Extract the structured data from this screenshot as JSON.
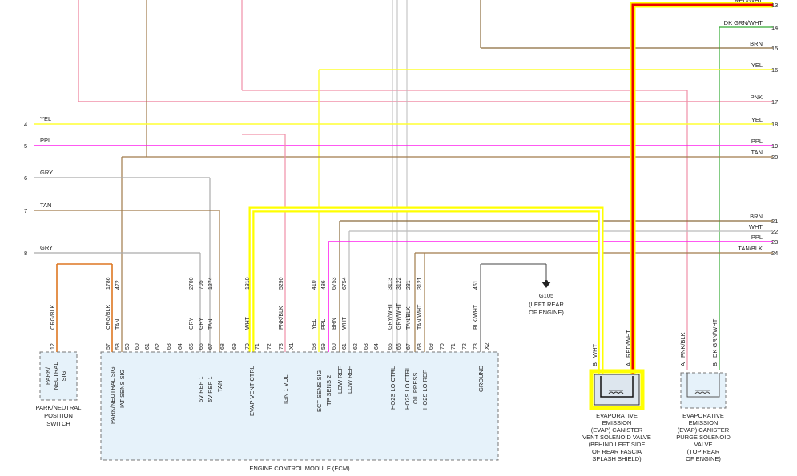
{
  "right_wires": [
    {
      "num": "13",
      "color": "RED/WHT"
    },
    {
      "num": "14",
      "color": "DK GRN/WHT"
    },
    {
      "num": "15",
      "color": "BRN"
    },
    {
      "num": "16",
      "color": "YEL"
    },
    {
      "num": "17",
      "color": "PNK"
    },
    {
      "num": "18",
      "color": "YEL"
    },
    {
      "num": "19",
      "color": "PPL"
    },
    {
      "num": "20",
      "color": "TAN"
    },
    {
      "num": "21",
      "color": "BRN"
    },
    {
      "num": "22",
      "color": "WHT"
    },
    {
      "num": "23",
      "color": "PPL"
    },
    {
      "num": "24",
      "color": "TAN/BLK"
    }
  ],
  "left_wires": [
    {
      "num": "4",
      "color": "YEL"
    },
    {
      "num": "5",
      "color": "PPL"
    },
    {
      "num": "6",
      "color": "GRY"
    },
    {
      "num": "7",
      "color": "TAN"
    },
    {
      "num": "8",
      "color": "GRY"
    }
  ],
  "vertical_labels": [
    {
      "circuit": "",
      "color": "ORG/BLK",
      "pin": "12"
    },
    {
      "circuit": "1786",
      "color": "ORG/BLK",
      "pin": "57"
    },
    {
      "circuit": "472",
      "color": "TAN",
      "pin": "58"
    },
    {
      "circuit": "",
      "color": "",
      "pin": "59"
    },
    {
      "circuit": "",
      "color": "",
      "pin": "60"
    },
    {
      "circuit": "",
      "color": "",
      "pin": "61"
    },
    {
      "circuit": "",
      "color": "",
      "pin": "62"
    },
    {
      "circuit": "",
      "color": "",
      "pin": "63"
    },
    {
      "circuit": "",
      "color": "",
      "pin": "64"
    },
    {
      "circuit": "2700",
      "color": "GRY",
      "pin": "65"
    },
    {
      "circuit": "705",
      "color": "GRY",
      "pin": "66"
    },
    {
      "circuit": "1274",
      "color": "TAN",
      "pin": "67"
    },
    {
      "circuit": "",
      "color": "",
      "pin": "68"
    },
    {
      "circuit": "",
      "color": "",
      "pin": "69"
    },
    {
      "circuit": "1310",
      "color": "WHT",
      "pin": "70"
    },
    {
      "circuit": "",
      "color": "",
      "pin": "71"
    },
    {
      "circuit": "",
      "color": "",
      "pin": "72"
    },
    {
      "circuit": "5290",
      "color": "PNK/BLK",
      "pin": "73"
    },
    {
      "circuit": "",
      "color": "",
      "pin": "X1"
    },
    {
      "circuit": "410",
      "color": "YEL",
      "pin": "58"
    },
    {
      "circuit": "486",
      "color": "PPL",
      "pin": "59"
    },
    {
      "circuit": "6753",
      "color": "BRN",
      "pin": "60"
    },
    {
      "circuit": "6754",
      "color": "WHT",
      "pin": "61"
    },
    {
      "circuit": "",
      "color": "",
      "pin": "62"
    },
    {
      "circuit": "",
      "color": "",
      "pin": "63"
    },
    {
      "circuit": "",
      "color": "",
      "pin": "64"
    },
    {
      "circuit": "3113",
      "color": "GRY/WHT",
      "pin": "65"
    },
    {
      "circuit": "3122",
      "color": "GRY/WHT",
      "pin": "66"
    },
    {
      "circuit": "231",
      "color": "TAN/BLK",
      "pin": "67"
    },
    {
      "circuit": "3121",
      "color": "TAN/WHT",
      "pin": "68"
    },
    {
      "circuit": "",
      "color": "",
      "pin": "69"
    },
    {
      "circuit": "",
      "color": "",
      "pin": "70"
    },
    {
      "circuit": "",
      "color": "",
      "pin": "71"
    },
    {
      "circuit": "",
      "color": "",
      "pin": "72"
    },
    {
      "circuit": "451",
      "color": "BLK/WHT",
      "pin": "73"
    },
    {
      "circuit": "",
      "color": "",
      "pin": "X2"
    }
  ],
  "ecm_functions": [
    "PARK/NEUTRAL SIG",
    "IAT SENS SIG",
    "5V REF 1",
    "5V REF 1",
    "TAN",
    "EVAP VENT CTRL",
    "IGN 1 VOL",
    "ECT SENS SIG",
    "TP SENS 2",
    "LOW REF",
    "LOW REF",
    "HO2S LO CTRL",
    "HO2S LO CTRL",
    "OIL PRESS",
    "HO2S LO REF",
    "GROUND"
  ],
  "ecm_title": "ENGINE CONTROL MODULE (ECM)",
  "park_switch": {
    "inner": [
      "PARK/",
      "NEUTRAL",
      "SIG"
    ],
    "caption": [
      "PARK/NEUTRAL",
      "POSITION",
      "SWITCH"
    ]
  },
  "ground": {
    "name": "G105",
    "caption": [
      "(LEFT REAR",
      "OF ENGINE)"
    ]
  },
  "vent_valve": {
    "pins": [
      {
        "pin": "B",
        "color": "WHT"
      },
      {
        "pin": "A",
        "color": "RED/WHT"
      }
    ],
    "caption": [
      "EVAPORATIVE",
      "EMISSION",
      "(EVAP) CANISTER",
      "VENT SOLENOID VALVE",
      "(BEHIND LEFT SIDE",
      "OF REAR FASCIA",
      "SPLASH SHIELD)"
    ]
  },
  "purge_valve": {
    "pins": [
      {
        "pin": "A",
        "color": "PNK/BLK"
      },
      {
        "pin": "B",
        "color": "DK GRN/WHT"
      }
    ],
    "caption": [
      "EVAPORATIVE",
      "EMISSION",
      "(EVAP) CANISTER",
      "PURGE SOLENOID",
      "VALVE",
      "(TOP REAR",
      "OF ENGINE)"
    ]
  },
  "colors": {
    "yellow": "#ffff33",
    "magenta": "#ff22ee",
    "pink": "#f090a8",
    "tan": "#a07a4a",
    "brown": "#8a6a3a",
    "gray": "#aaaaaa",
    "red": "#ee0000",
    "green": "#33aa33",
    "orange": "#dd7722",
    "highlight": "#ffff00"
  }
}
